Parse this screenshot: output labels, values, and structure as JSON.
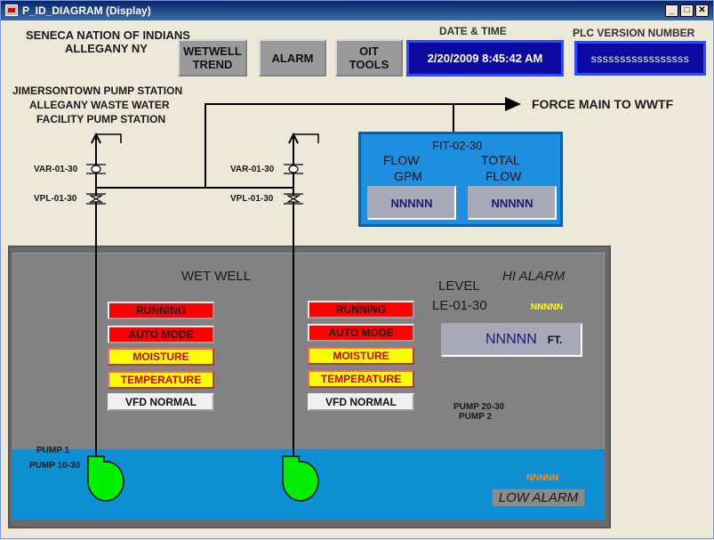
{
  "window": {
    "title": "P_ID_DIAGRAM (Display)",
    "controls": {
      "minimize": "_",
      "maximize": "□",
      "close": "✕"
    }
  },
  "header": {
    "org_line1": "SENECA NATION OF INDIANS",
    "org_line2": "ALLEGANY NY",
    "buttons": {
      "wetwell_trend_1": "WETWELL",
      "wetwell_trend_2": "TREND",
      "alarm": "ALARM",
      "oit_tools_1": "OIT",
      "oit_tools_2": "TOOLS"
    },
    "datetime_label": "DATE & TIME",
    "datetime_value": "2/20/2009 8:45:42 AM",
    "plc_label": "PLC VERSION NUMBER",
    "plc_value": "sssssssssssssssss"
  },
  "station": {
    "line1": "JIMERSONTOWN PUMP STATION",
    "line2": "ALLEGANY WASTE WATER",
    "line3": "FACILITY PUMP STATION",
    "force_main": "FORCE MAIN TO WWTF"
  },
  "valves": {
    "var_left": "VAR-01-30",
    "vpl_left": "VPL-01-30",
    "var_right": "VAR-01-30",
    "vpl_right": "VPL-01-30"
  },
  "flow_meter": {
    "tag": "FIT-02-30",
    "flow_label_1": "FLOW",
    "flow_label_2": "GPM",
    "total_label_1": "TOTAL",
    "total_label_2": "FLOW",
    "flow_value": "NNNNN",
    "total_value": "NNNNN"
  },
  "wet_well": {
    "title": "WET WELL",
    "hi_alarm": "HI ALARM",
    "level_label": "LEVEL",
    "level_tag": "LE-01-30",
    "hi_alarm_value": "NNNNN",
    "level_value": "NNNNN",
    "level_unit": "FT.",
    "low_alarm": "LOW ALARM",
    "low_alarm_value": "NNNNN"
  },
  "pump1": {
    "label": "PUMP 1",
    "tag": "PUMP 10-30",
    "status": [
      "RUNNING",
      "AUTO MODE",
      "MOISTURE",
      "TEMPERATURE",
      "VFD NORMAL"
    ]
  },
  "pump2": {
    "label": "PUMP 2",
    "tag": "PUMP 20-30",
    "status": [
      "RUNNING",
      "AUTO MODE",
      "MOISTURE",
      "TEMPERATURE",
      "VFD NORMAL"
    ]
  },
  "colors": {
    "running": "#ff0000",
    "alarm_yellow": "#ffff00",
    "water": "#0d8fd4",
    "pump": "#00ee00",
    "display_blue": "#0a0aa0"
  }
}
